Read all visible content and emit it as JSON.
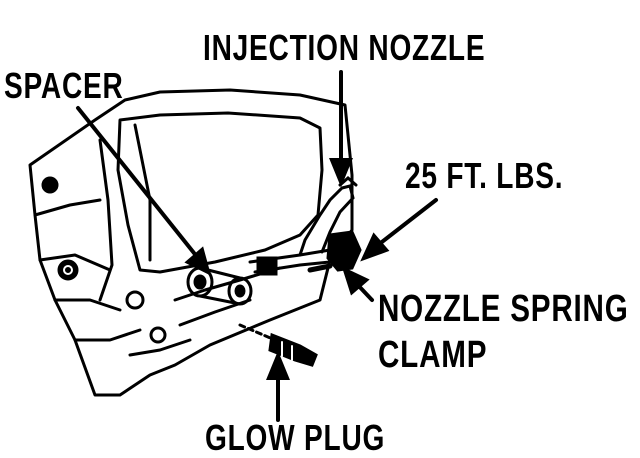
{
  "labels": {
    "injection_nozzle": "INJECTION NOZZLE",
    "spacer": "SPACER",
    "torque": "25 FT. LBS.",
    "nozzle_spring_clamp_line1": "NOZZLE SPRING",
    "nozzle_spring_clamp_line2": "CLAMP",
    "glow_plug": "GLOW PLUG"
  },
  "colors": {
    "ink": "#000000",
    "paper": "#ffffff"
  }
}
